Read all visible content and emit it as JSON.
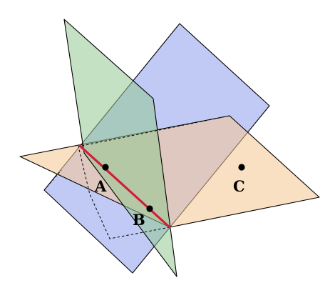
{
  "diagram": {
    "points": {
      "A": {
        "label": "A"
      },
      "B": {
        "label": "B"
      },
      "C": {
        "label": "C"
      }
    },
    "colors": {
      "orange_plane": "#f6c792",
      "blue_plane": "#8e9cec",
      "green_plane": "#93c891",
      "intersection_line": "#d11e3a",
      "outline": "#000000",
      "point": "#000000"
    }
  }
}
